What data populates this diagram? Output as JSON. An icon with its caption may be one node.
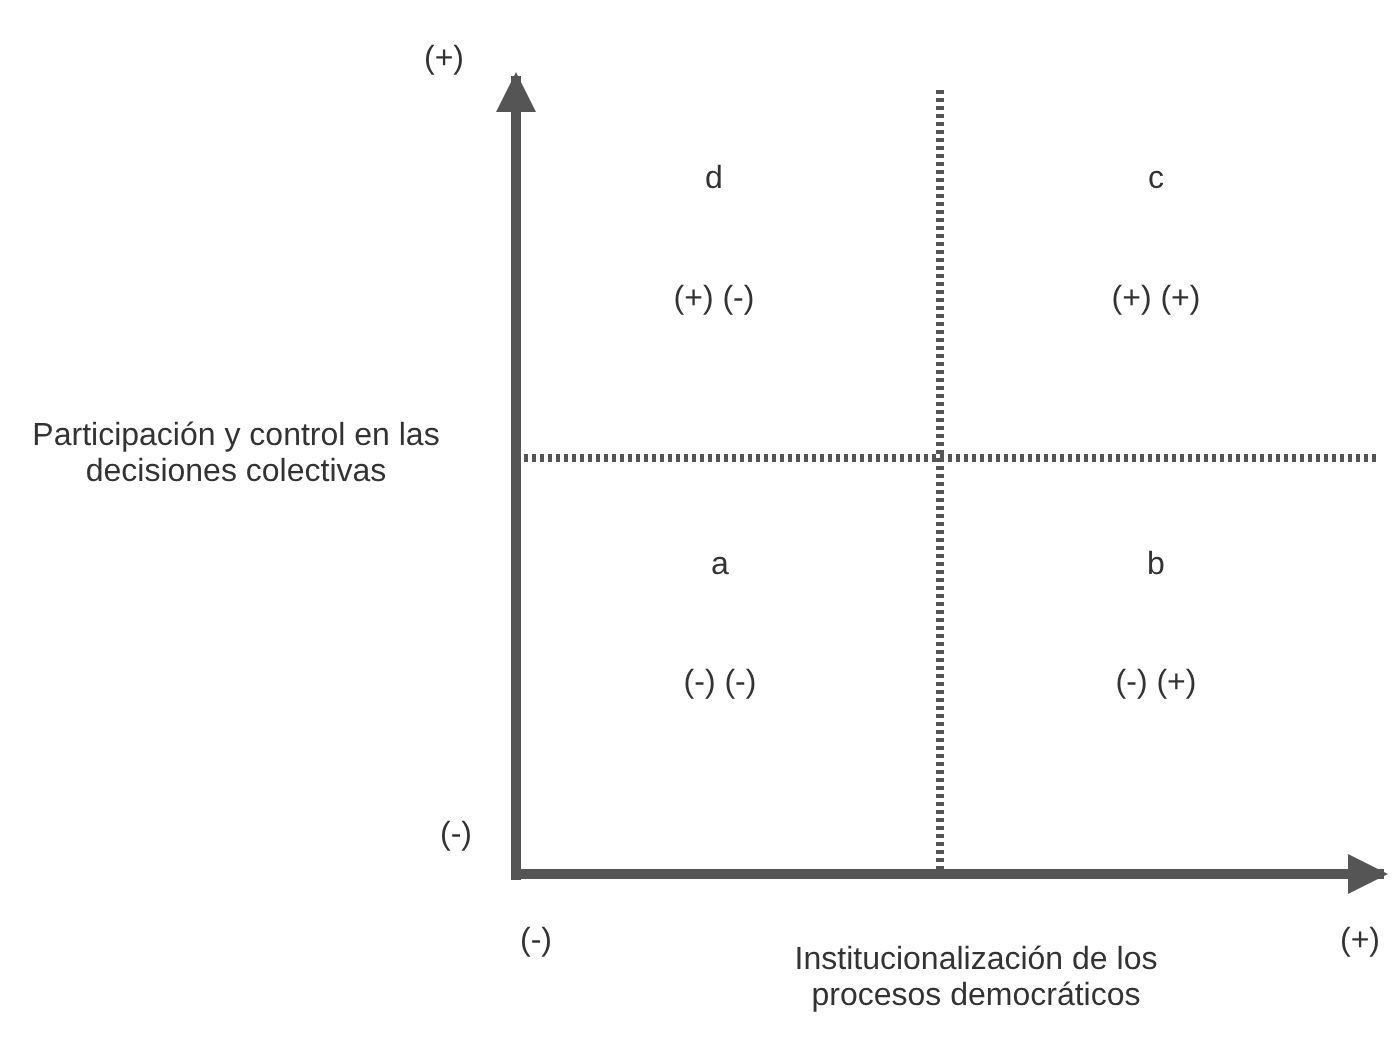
{
  "diagram": {
    "labels": [
      "(+)",
      "d",
      "c",
      "(+) (-)",
      "(+) (+)",
      "Participación y control en las decisiones colectivas",
      "a",
      "b",
      "(-) (-)",
      "(-) (+)",
      "(-)",
      "(-)",
      "Institucionalización de los procesos democráticos",
      "(+)"
    ]
  }
}
